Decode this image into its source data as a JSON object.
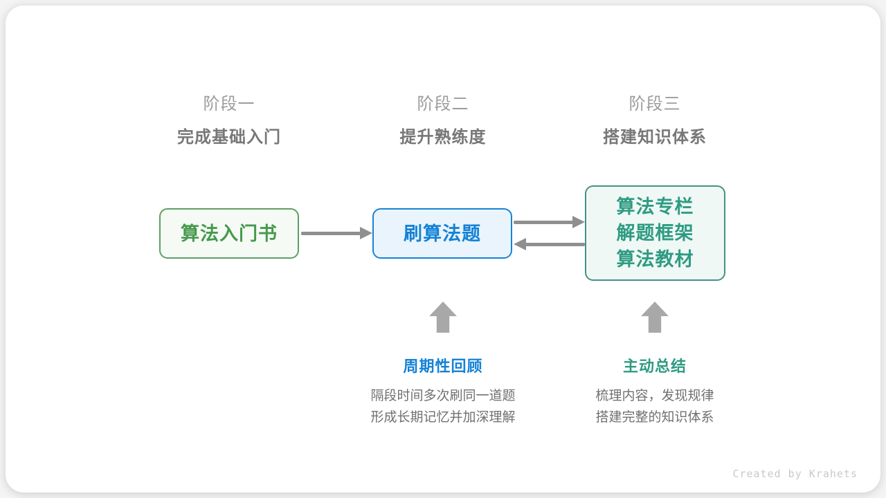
{
  "stages": [
    {
      "label": "阶段一",
      "subtitle": "完成基础入门"
    },
    {
      "label": "阶段二",
      "subtitle": "提升熟练度"
    },
    {
      "label": "阶段三",
      "subtitle": "搭建知识体系"
    }
  ],
  "nodes": [
    {
      "lines": [
        "算法入门书"
      ],
      "text_color": "#46994d",
      "border_color": "#5e9f62",
      "bg_color": "#f5faf5"
    },
    {
      "lines": [
        "刷算法题"
      ],
      "text_color": "#1482d6",
      "border_color": "#1583d6",
      "bg_color": "#eaf4fc"
    },
    {
      "lines": [
        "算法专栏",
        "解题框架",
        "算法教材"
      ],
      "text_color": "#2e9b82",
      "border_color": "#449184",
      "bg_color": "#eff8f5"
    }
  ],
  "annotations": [
    {
      "title": "周期性回顾",
      "title_color": "#1482d6",
      "lines": [
        "隔段时间多次刷同一道题",
        "形成长期记忆并加深理解"
      ]
    },
    {
      "title": "主动总结",
      "title_color": "#2e9b82",
      "lines": [
        "梳理内容，发现规律",
        "搭建完整的知识体系"
      ]
    }
  ],
  "colors": {
    "arrow": "#8f8f8f",
    "up_arrow": "#a8a8a8",
    "stage_label": "#9c9c9c",
    "stage_subtitle": "#777777",
    "description_text": "#707070",
    "footer_text": "#c9c9c9"
  },
  "footer": {
    "credit": "Created by Krahets"
  }
}
